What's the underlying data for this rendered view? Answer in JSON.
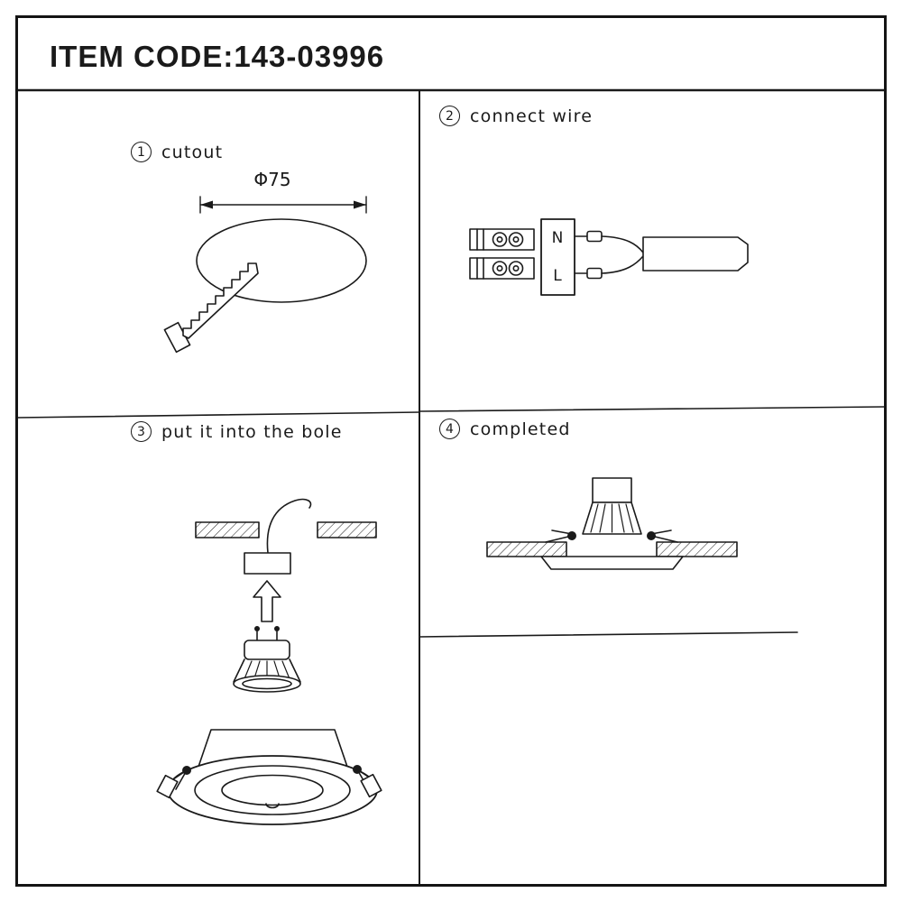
{
  "header": {
    "item_code": "ITEM CODE:143-03996"
  },
  "steps": [
    {
      "num": "1",
      "label": "cutout"
    },
    {
      "num": "2",
      "label": "connect wire"
    },
    {
      "num": "3",
      "label": "put it into the bole"
    },
    {
      "num": "4",
      "label": "completed"
    }
  ],
  "labels": {
    "diameter": "Φ75",
    "neutral": "N",
    "live": "L"
  },
  "colors": {
    "ink": "#1a1a1a",
    "paper": "#ffffff"
  }
}
